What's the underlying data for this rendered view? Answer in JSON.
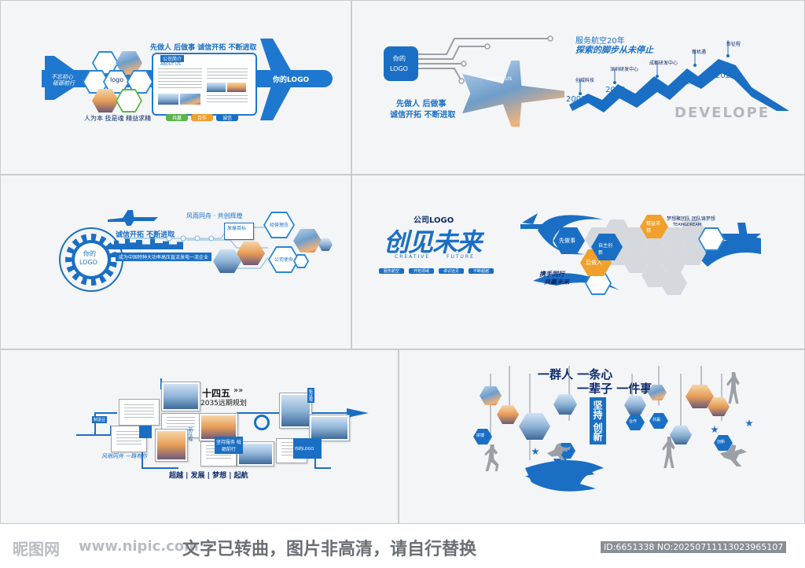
{
  "colors": {
    "primary_blue": "#1a6fc4",
    "navy": "#0d2a6b",
    "orange": "#f0a02b",
    "green": "#5bb54a",
    "gray_hex": "#d5d8dc",
    "silhouette": "#9aa0a6"
  },
  "panel1": {
    "slogan_top": "先做人 后做事 诚信开拓 不断进取",
    "left_tag_1": "不忘初心",
    "left_tag_2": "砥砺前行",
    "logo_hex": "logo",
    "intro_title": "公司简介",
    "intro_sub": "ABOUT US",
    "plane_logo": "你的LOGO",
    "bottom_slogan": "人为本 技是魂 精益求精",
    "pill_1": "共赢",
    "pill_2": "合作",
    "pill_3": "诚信"
  },
  "panel2": {
    "logo": "你的\nLOGO",
    "logo_line1": "你的",
    "logo_line2": "LOGO",
    "slogan_1": "先做人 后做事",
    "slogan_2": "诚信开拓 不断进取",
    "about": "ABOUT US",
    "title_1": "服务航空20年",
    "title_2": "探索的脚步从未停止",
    "develope": "DEVELOPE",
    "milestones": [
      {
        "year": "2001",
        "label": "创城科技"
      },
      {
        "year": "2006",
        "label": "深圳研发中心"
      },
      {
        "year": "2010",
        "label": "成都研发中心"
      },
      {
        "year": "2016",
        "label": "新机遇"
      },
      {
        "year": "2021",
        "label": "新征程"
      }
    ]
  },
  "panel3": {
    "slogan_top": "风雨同舟 · 共创辉煌",
    "logo_line1": "你的",
    "logo_line2": "LOGO",
    "slogan_mid": "诚信开拓 不断进取",
    "banner": "成为中国特种大功率高压直流发电一流企业",
    "node_1": "发展目标",
    "node_2": "经营理念",
    "node_3": "公司使命"
  },
  "panel4": {
    "company_logo": "公司LOGO",
    "big_title": "创见未来",
    "creative": "CREATIVE",
    "future": "FUTURE",
    "tags": [
      "服务航空",
      "开拓领域",
      "卓识远见",
      "不断超越"
    ],
    "hex_1": "先做事",
    "hex_2": "后做人",
    "hex_3": "自主创新",
    "hex_4": "精益求精",
    "team_cn": "梦想聚团队 团队铸梦想",
    "team_en": "TEAM&DREAM",
    "bottom_1": "携手同行",
    "bottom_2": "共赢未来"
  },
  "panel5": {
    "title_1": "十四五",
    "title_2": "2035远期规划",
    "arrow": "»»",
    "tag_left": "制造业",
    "tag_new": "新征程",
    "tag_right": "新征程",
    "slogan": "风雨同舟 一路有你",
    "vertical": "坚持服务 砥砺前行",
    "values": "超越 | 发展 | 梦想 | 起航",
    "mini_logo": "你的LOGO"
  },
  "panel6": {
    "title_1": "一群人 一条心",
    "title_2": "一辈子 一件事",
    "vertical": "坚持 创新",
    "hex_labels": [
      "拼搏",
      "合作",
      "共赢",
      "专注",
      "创新"
    ]
  },
  "footer": {
    "site_logo": "昵图网",
    "site_url": "www.nipic.com",
    "notice": "文字已转曲，图片非高清，请自行替换",
    "id": "ID:6651338 NO:20250711113023965107"
  }
}
